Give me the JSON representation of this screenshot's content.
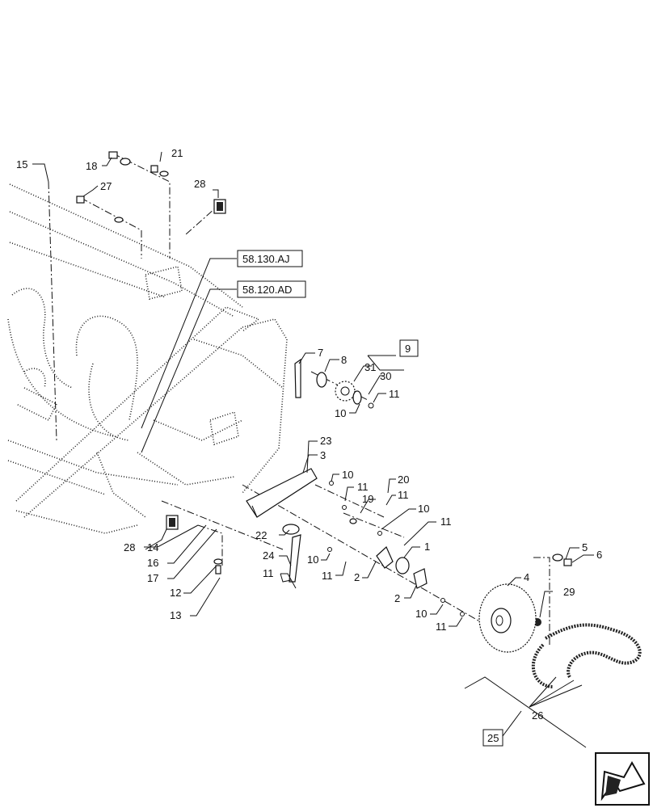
{
  "callouts": {
    "c1": "1",
    "c2a": "2",
    "c2b": "2",
    "c3": "3",
    "c4": "4",
    "c5": "5",
    "c6": "6",
    "c7": "7",
    "c8": "8",
    "c9": "9",
    "c10a": "10",
    "c10b": "10",
    "c10c": "10",
    "c10d": "10",
    "c10e": "10",
    "c11a": "11",
    "c11b": "11",
    "c11c": "11",
    "c11d": "11",
    "c11e": "11",
    "c11f": "11",
    "c11g": "11",
    "c12": "12",
    "c13": "13",
    "c14": "14",
    "c15": "15",
    "c16": "16",
    "c17": "17",
    "c18": "18",
    "c19": "19",
    "c20": "20",
    "c21": "21",
    "c22": "22",
    "c23": "23",
    "c24": "24",
    "c25": "25",
    "c26": "26",
    "c27": "27",
    "c28a": "28",
    "c28b": "28",
    "c29": "29",
    "c30": "30",
    "c31": "31"
  },
  "references": {
    "ref1": "58.130.AJ",
    "ref2": "58.120.AD"
  },
  "nav_icon": "next-page-arrow-icon"
}
